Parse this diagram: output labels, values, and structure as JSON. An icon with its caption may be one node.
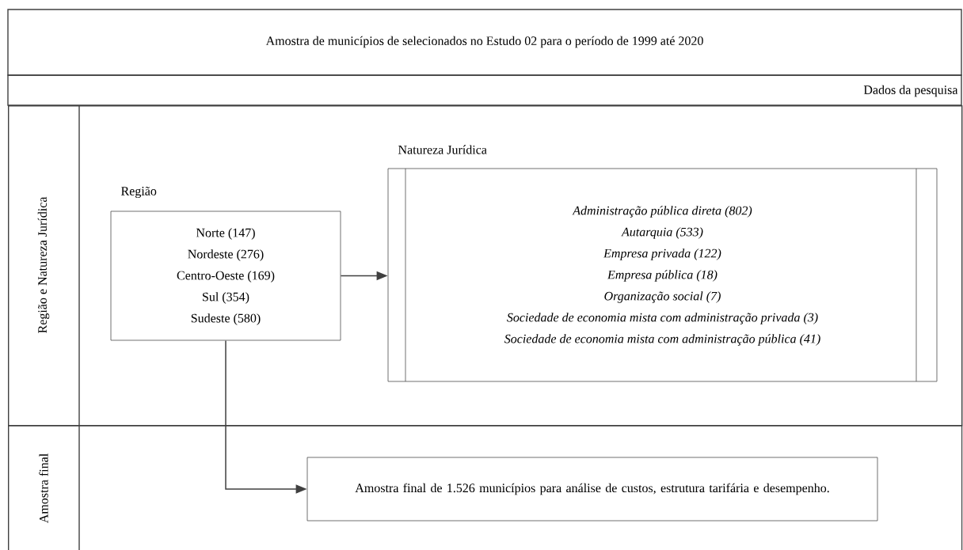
{
  "diagram": {
    "title": "Amostra de municípios de selecionados no Estudo 02 para o período de 1999 até 2020",
    "nodes": [
      {
        "text": [
          "Região e Natureza Jurídica"
        ]
      },
      {
        "text": [
          "Região",
          "Norte (147)",
          "Nordeste (276)",
          "Centro-Oeste (169)",
          "Sul (354)",
          "Sudeste (580)"
        ],
        "in": 0
      },
      {
        "text": [
          "Natureza Jurídica",
          "Administração pública direta (802)",
          "Autarquia (533)",
          "Empresa privada (122)",
          "Empresa pública (18)",
          "Organização social (7)",
          "Sociedade de economia mista com administração privada (3)",
          "Sociedade de economia mista com administração pública (41)"
        ],
        "in": 0
      },
      {
        "text": [
          "Amostra final"
        ]
      },
      {
        "text": [
          "Amostra final de 1.526  municípios  para análise de custos, estrutura tarifária e desempenho."
        ],
        "in": 3
      }
    ],
    "edges": [
      {
        "from": 1,
        "to": 2,
        "arrow": "to"
      },
      {
        "from": 1,
        "to": 4,
        "arrow": "to"
      }
    ],
    "labels": [
      "Dados da pesquisa"
    ]
  }
}
